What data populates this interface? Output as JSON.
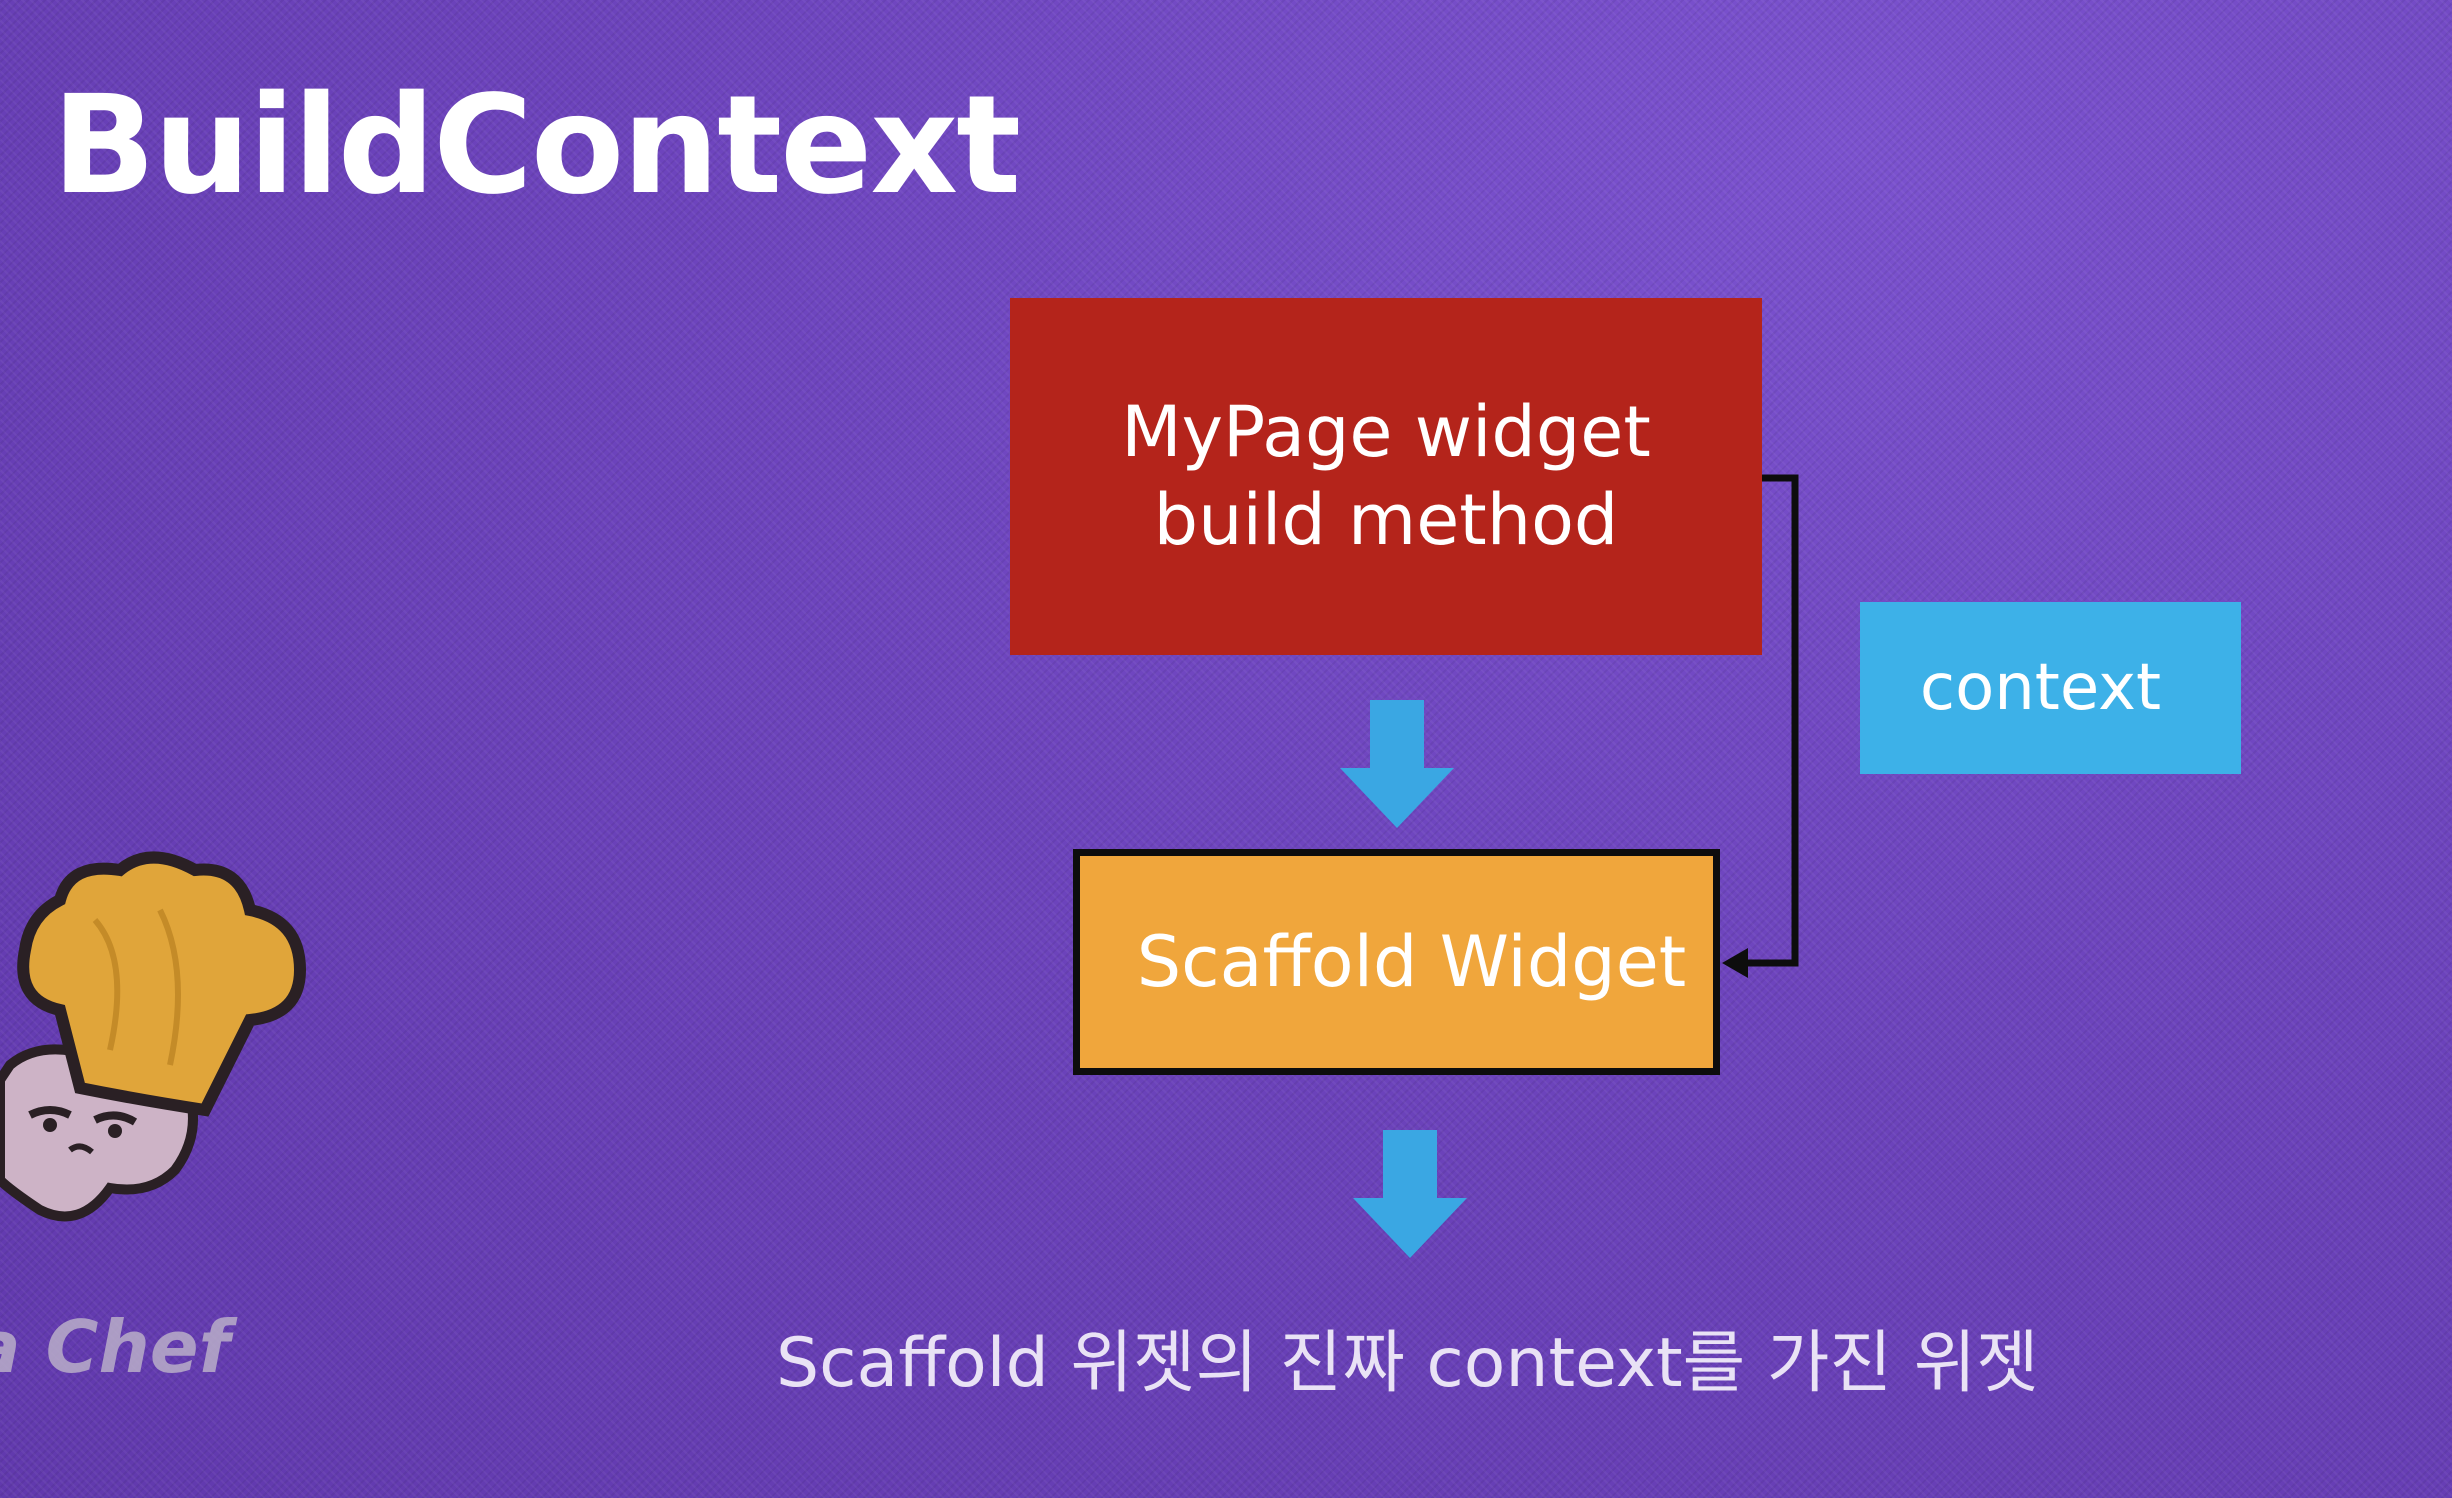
{
  "slide": {
    "title": "BuildContext",
    "caption": "Scaffold 위젯의 진짜 context를 가진 위젯"
  },
  "diagram": {
    "nodes": {
      "mypage": {
        "label": "MyPage widget\nbuild method",
        "color": "#b4241b"
      },
      "scaffold": {
        "label": "Scaffold Widget",
        "color": "#f0a63c"
      },
      "context": {
        "label": "context",
        "color": "#3db1e8"
      }
    },
    "arrow_color": "#3aa7e3",
    "connector_color": "#0d0d0d"
  },
  "mascot": {
    "label": "a Chef",
    "hat_color": "#e0a53a",
    "face_color": "#cdb3c6"
  }
}
